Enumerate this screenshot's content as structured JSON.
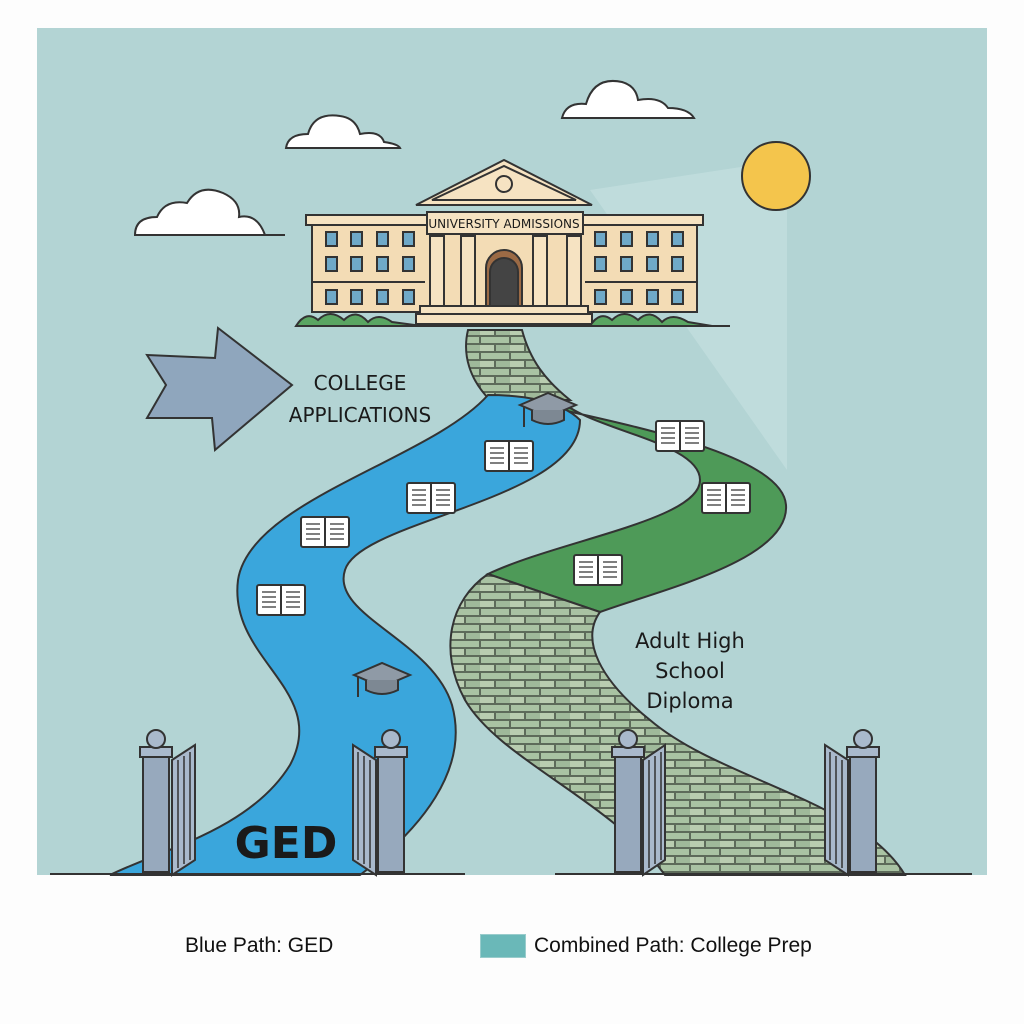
{
  "building": {
    "sign": "UNIVERSITY ADMISSIONS"
  },
  "labels": {
    "college_applications": [
      "COLLEGE",
      "APPLICATIONS"
    ],
    "ged": "GED",
    "adult_diploma": [
      "Adult High",
      "School",
      "Diploma"
    ]
  },
  "legend": {
    "blue_path": "Blue Path: GED",
    "combined_path": "Combined Path: College Prep",
    "combined_color": "#6ab8b8"
  },
  "colors": {
    "sky": "#b3d4d4",
    "blue_path": "#3aa6dc",
    "green_path": "#4e9a58",
    "brick": "#a9bf9f",
    "sun": "#f4c54c",
    "building": "#f3dcb5"
  }
}
